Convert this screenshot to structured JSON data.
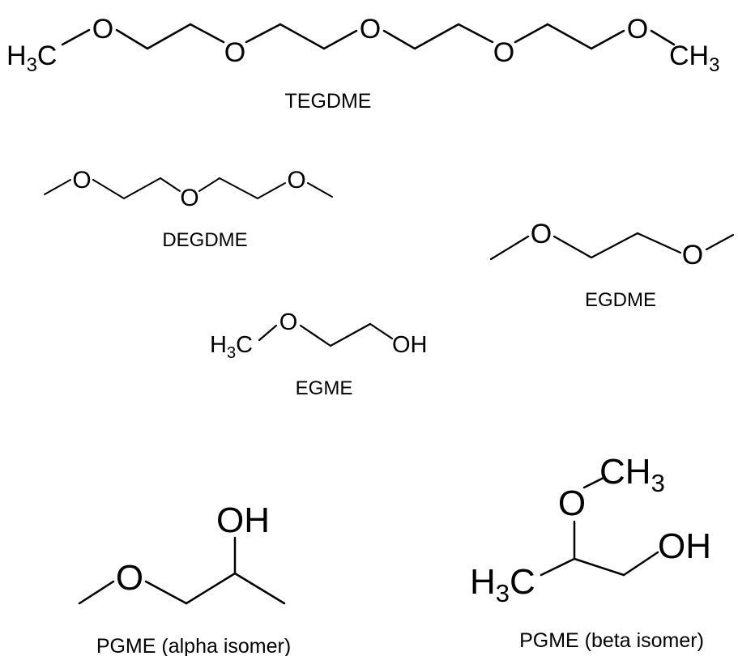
{
  "molecules": {
    "tegdme": {
      "name": "TEGDME",
      "atoms": {
        "h": "H",
        "sub3": "3",
        "c": "C",
        "o": "O",
        "ch": "CH",
        "ch3sub": "3"
      }
    },
    "degdme": {
      "name": "DEGDME",
      "atoms": {
        "o": "O"
      }
    },
    "egdme": {
      "name": "EGDME",
      "atoms": {
        "o": "O"
      }
    },
    "egme": {
      "name": "EGME",
      "atoms": {
        "h": "H",
        "sub3": "3",
        "c": "C",
        "o": "O",
        "oh": "OH"
      }
    },
    "pgme_alpha": {
      "name": "PGME (alpha isomer)",
      "atoms": {
        "o": "O",
        "oh": "OH"
      }
    },
    "pgme_beta": {
      "name": "PGME (beta isomer)",
      "atoms": {
        "o": "O",
        "ch": "CH",
        "sub3": "3",
        "oh": "OH",
        "h": "H",
        "c": "C"
      }
    }
  }
}
